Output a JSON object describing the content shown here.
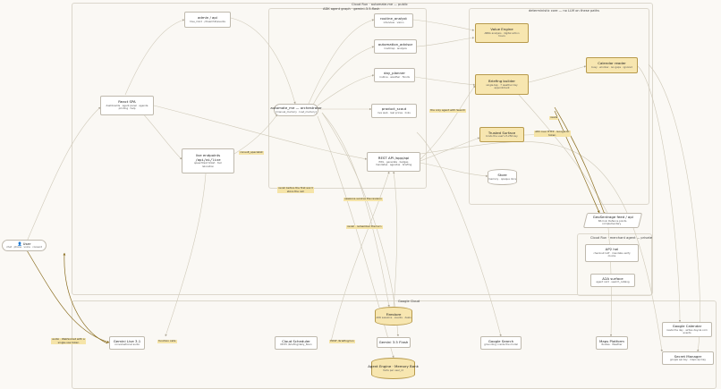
{
  "groups": {
    "cloud_run_main": "Cloud Run · automate-me — public",
    "adk_graph": "ADK agent graph · gemini-3.5-flash",
    "deterministic_core": "deterministic core — no LLM on these paths",
    "cloud_run_merchant": "Cloud Run · merchant agent — private",
    "google_cloud": "Google Cloud"
  },
  "nodes": {
    "user": {
      "title": "User",
      "sub": "chat · phone · voice · consent"
    },
    "react_spa": {
      "title": "React SPA",
      "sub1": "dashboards · agent panel · agenda",
      "sub2": "printing · help"
    },
    "admin_api": {
      "title": "admin / api",
      "sub": "hive_mind · /dreamhill/events"
    },
    "live_endpoints": {
      "title": "live endpoints",
      "code": "/api/ai/live",
      "sub1": "speechtext ticket · tool",
      "sub2": "relocation"
    },
    "orchestrator": {
      "title": "automate_me — orchestrator",
      "sub": "[manual_memory · load_memory]"
    },
    "routine_analyst": {
      "title": "routine_analyst",
      "sub": "interview · vision"
    },
    "automation_advisor": {
      "title": "automation_advisor",
      "sub": "roadmap · analysis"
    },
    "day_planner": {
      "title": "day_planner",
      "sub": "routine · weather · floods"
    },
    "product_scout": {
      "title": "product_scout",
      "sub": "live web · real prices · links"
    },
    "rest_api": {
      "title": "REST API /app/api",
      "sub1": "PWL · generate · badges",
      "sub2": "mandates · agendas · briefing"
    },
    "store": {
      "title": "Store",
      "sub": "memory · opaque docs"
    },
    "value_engine": {
      "title": "Value Engine",
      "sub1": "ABRA analysis · digital action",
      "sub2": "hours"
    },
    "briefing_builder": {
      "title": "Briefing builder",
      "sub1": "single-tap · 7 weather day",
      "sub2": "appointment"
    },
    "trusted_surface": {
      "title": "Trusted Surface",
      "sub": "binds the user's P-256 key"
    },
    "calendar_reader": {
      "title": "Calendar reader",
      "sub": "busy · window · iso gaps · ignored"
    },
    "geotesting_feed": {
      "title": "GeoSentrage feed / api",
      "sub1": "NS Coin Defence points",
      "sub2": "complementary"
    },
    "ap2_hel": {
      "title": "AP2 hel",
      "sub1": "checkout UAT · mandate verify",
      "sub2": "mocks"
    },
    "a2a_surface": {
      "title": "A2A surface",
      "sub": "agent card · search_catalog"
    },
    "gemini_live": {
      "title": "Gemini Live 3.1",
      "sub": "conversational audio"
    },
    "cloud_scheduler": {
      "title": "Cloud Scheduler",
      "sub": "08:55 /briefing/daily_Noon"
    },
    "firestore": {
      "title": "Firestore",
      "sub": "ADK sessions · events · deals"
    },
    "gemini_flash": {
      "title": "Gemini 3.5 Flash"
    },
    "agent_engine": {
      "title": "Agent Engine · Memory Bank",
      "sub": "facts per user_id"
    },
    "google_search": {
      "title": "Google Search",
      "sub": "grounding, inside the model"
    },
    "maps_platform": {
      "title": "Maps Platform",
      "sub": "Routes · Weather"
    },
    "google_calendar": {
      "title": "Google Calendar",
      "sub1": "reads the day · writes daycal.com",
      "sub2": "events"
    },
    "secret_manager": {
      "title": "Secret Manager",
      "sub": "google api key · maps api key"
    }
  },
  "edge_labels": {
    "audio_ws": "audio · WebSocket with a",
    "audio_ws2": "single-use token",
    "function_calls": "function calls",
    "consult_specialist": "consult_specialist",
    "recall_first": "recall before the first word",
    "recall_first2": "store the call",
    "sessions_survive": "sessions survive the revision",
    "recall_remember": "recall · remember the turn",
    "post_briefings": "POST /briefing/run",
    "only_agent": "the only agent with Search",
    "reads": "reads",
    "ap2_http": "AP2 over HTTP · Google ID",
    "ap2_http2": "token"
  },
  "colors": {
    "accent": "#f5e4a8",
    "accent_border": "#b79a4c",
    "edge": "#c9c4b4",
    "edge_strong": "#8a6d1f"
  }
}
